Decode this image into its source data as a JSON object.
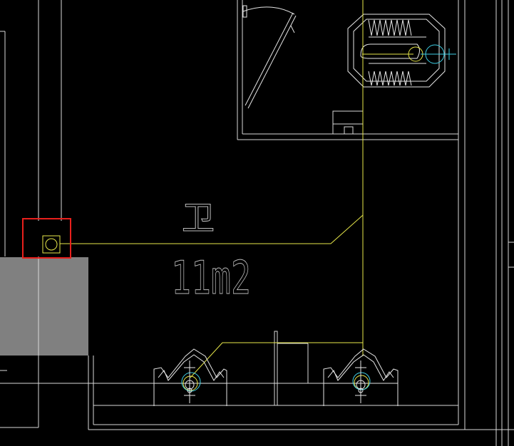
{
  "drawing": {
    "room_label": "卫",
    "area_label": "11m2"
  },
  "colors": {
    "background": "#000000",
    "wall": "#d9d9d9",
    "pipe": "#e8e84a",
    "cyan": "#3fd0e6",
    "selection": "#e8201c",
    "shaded_block": "#808080"
  },
  "icons": {
    "floor_drain": "square-with-circle",
    "squat_toilet": "squat-pan",
    "urinal": "wall-urinal",
    "door": "swing-door-arc"
  }
}
